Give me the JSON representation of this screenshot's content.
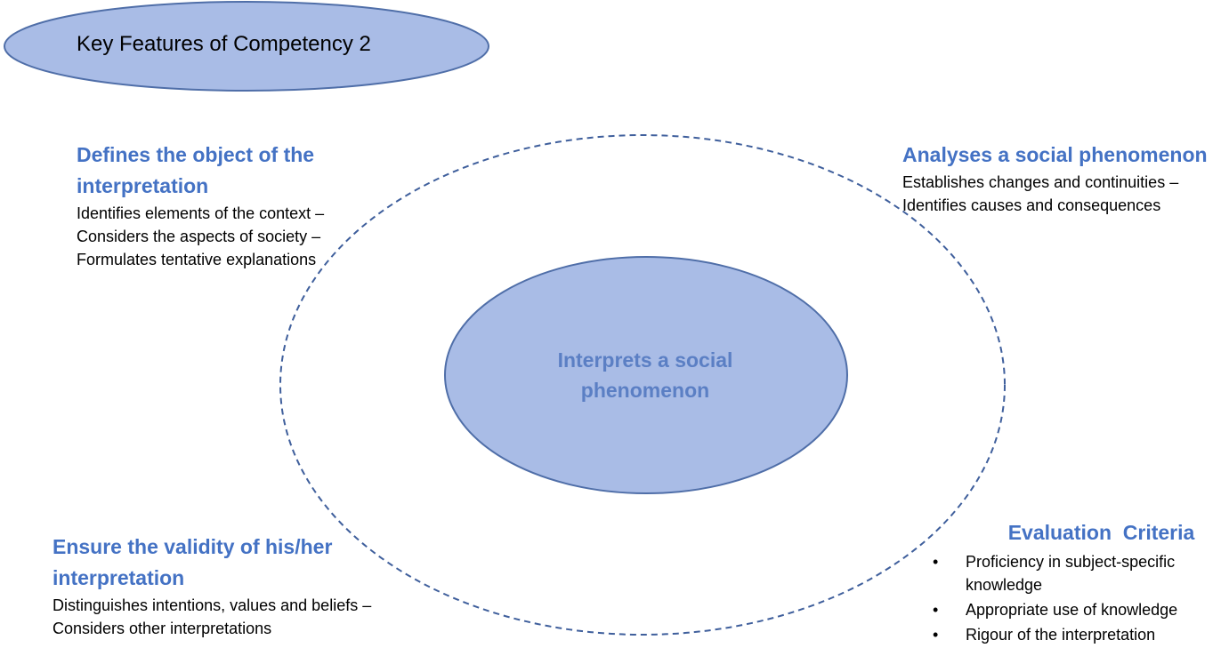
{
  "title": "Key Features of Competency 2",
  "center_label": "Interprets a social phenomenon",
  "features": {
    "defines": {
      "heading_line1": "Defines the object of the",
      "heading_line2": "interpretation",
      "lines": [
        "Identifies elements of the context –",
        "Considers the aspects of society –",
        "Formulates tentative explanations"
      ]
    },
    "analyses": {
      "heading": "Analyses a social phenomenon",
      "lines": [
        "Establishes changes and continuities –",
        "Identifies causes and consequences"
      ]
    },
    "ensure": {
      "heading_line1": "Ensure the validity of his/her",
      "heading_line2": "interpretation",
      "lines": [
        "Distinguishes intentions, values and beliefs –",
        "Considers other interpretations"
      ]
    }
  },
  "evaluation": {
    "heading": "Evaluation  Criteria",
    "criteria": [
      "Proficiency in subject-specific knowledge",
      "Appropriate use of knowledge",
      "Rigour of the interpretation"
    ]
  },
  "colors": {
    "ellipse_fill": "#a9bce6",
    "ellipse_stroke": "#4f6ea8",
    "heading": "#4472c4",
    "dashed_outline": "#3f5f9c"
  }
}
